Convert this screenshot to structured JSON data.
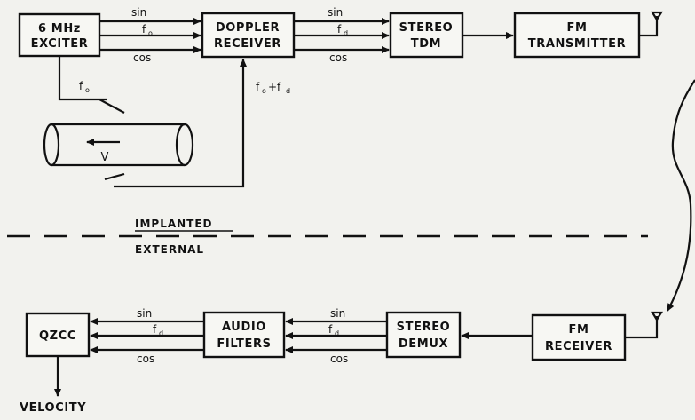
{
  "blocks": {
    "exciter": [
      "6 MHz",
      "EXCITER"
    ],
    "doppler_receiver": [
      "DOPPLER",
      "RECEIVER"
    ],
    "stereo_tdm": [
      "STEREO",
      "TDM"
    ],
    "fm_transmitter": [
      "FM",
      "TRANSMITTER"
    ],
    "qzcc": [
      "QZCC"
    ],
    "audio_filters": [
      "AUDIO",
      "FILTERS"
    ],
    "stereo_demux": [
      "STEREO",
      "DEMUX"
    ],
    "fm_receiver": [
      "FM",
      "RECEIVER"
    ]
  },
  "signals": {
    "sin": "sin",
    "cos": "cos",
    "f": "f",
    "sub_0": "o",
    "sub_d": "d",
    "f0_plus_fd": [
      "f",
      "o",
      "+f",
      "d"
    ]
  },
  "vessel": {
    "velocity_symbol": "V"
  },
  "separator": {
    "implanted": "IMPLANTED",
    "external": "EXTERNAL"
  },
  "output": {
    "velocity": "VELOCITY"
  }
}
